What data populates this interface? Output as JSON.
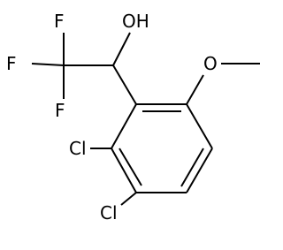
{
  "molecule": {
    "atoms": {
      "f1": "F",
      "f2": "F",
      "f3": "F",
      "oh": "OH",
      "o_methoxy": "O",
      "cl_upper": "Cl",
      "cl_lower": "Cl"
    }
  }
}
